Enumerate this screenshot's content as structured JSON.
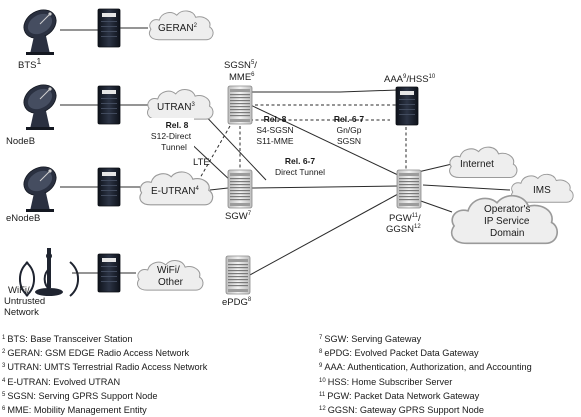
{
  "nodes": {
    "bts": {
      "label": "BTS",
      "sup": "1"
    },
    "nodeb": {
      "label": "NodeB"
    },
    "enodeb": {
      "label": "eNodeB"
    },
    "wifi": {
      "line1": "WiFi/",
      "line2": "Untrusted",
      "line3": "Network"
    },
    "sgsn_mme": {
      "line1": "SGSN",
      "sup1": "5",
      "line1b": "/",
      "line2": "MME",
      "sup2": "6"
    },
    "sgw": {
      "label": "SGW",
      "sup": "7"
    },
    "epdg": {
      "label": "ePDG",
      "sup": "8"
    },
    "aaa_hss": {
      "label": "AAA",
      "sup1": "9",
      "mid": "/HSS",
      "sup2": "10"
    },
    "pgw_ggsn": {
      "line1": "PGW",
      "sup1": "11",
      "line1b": "/",
      "line2": "GGSN",
      "sup2": "12"
    }
  },
  "clouds": {
    "geran": {
      "label": "GERAN",
      "sup": "2"
    },
    "utran": {
      "label": "UTRAN",
      "sup": "3"
    },
    "eutran": {
      "label": "E-UTRAN",
      "sup": "4"
    },
    "wifi_other": {
      "line1": "WiFi/",
      "line2": "Other"
    },
    "internet": {
      "label": "Internet"
    },
    "ims": {
      "label": "IMS"
    },
    "operator": {
      "line1": "Operator's",
      "line2": "IP Service",
      "line3": "Domain"
    }
  },
  "annotations": {
    "rel8_left": {
      "title": "Rel. 8",
      "line2": "S12-Direct",
      "line3": "Tunnel"
    },
    "lte": "LTE",
    "rel8_center": {
      "title": "Rel. 8",
      "line2": "S4-SGSN",
      "line3": "S11-MME"
    },
    "rel67_right": {
      "title": "Rel. 6-7",
      "line2": "Gn/Gp",
      "line3": "SGSN"
    },
    "rel67_center": {
      "title": "Rel. 6-7",
      "line2": "Direct Tunnel"
    }
  },
  "footnotes": {
    "left": [
      {
        "num": "1",
        "text": "BTS: Base Transceiver Station"
      },
      {
        "num": "2",
        "text": "GERAN: GSM EDGE Radio Access Network"
      },
      {
        "num": "3",
        "text": "UTRAN: UMTS Terrestrial Radio Access Network"
      },
      {
        "num": "4",
        "text": "E-UTRAN: Evolved UTRAN"
      },
      {
        "num": "5",
        "text": "SGSN: Serving GPRS Support Node"
      },
      {
        "num": "6",
        "text": "MME: Mobility Management Entity"
      }
    ],
    "right": [
      {
        "num": "7",
        "text": "SGW: Serving Gateway"
      },
      {
        "num": "8",
        "text": "ePDG: Evolved Packet Data Gateway"
      },
      {
        "num": "9",
        "text": "AAA: Authentication, Authorization, and Accounting"
      },
      {
        "num": "10",
        "text": "HSS: Home Subscriber Server"
      },
      {
        "num": "11",
        "text": "PGW: Packet Data Network Gateway"
      },
      {
        "num": "12",
        "text": "GGSN: Gateway GPRS Support Node"
      }
    ]
  },
  "colors": {
    "cloud_fill": "#eeeeee",
    "cloud_stroke": "#9a9a9a",
    "device_dark": "#1d2330",
    "device_light": "#d8d8d8"
  }
}
